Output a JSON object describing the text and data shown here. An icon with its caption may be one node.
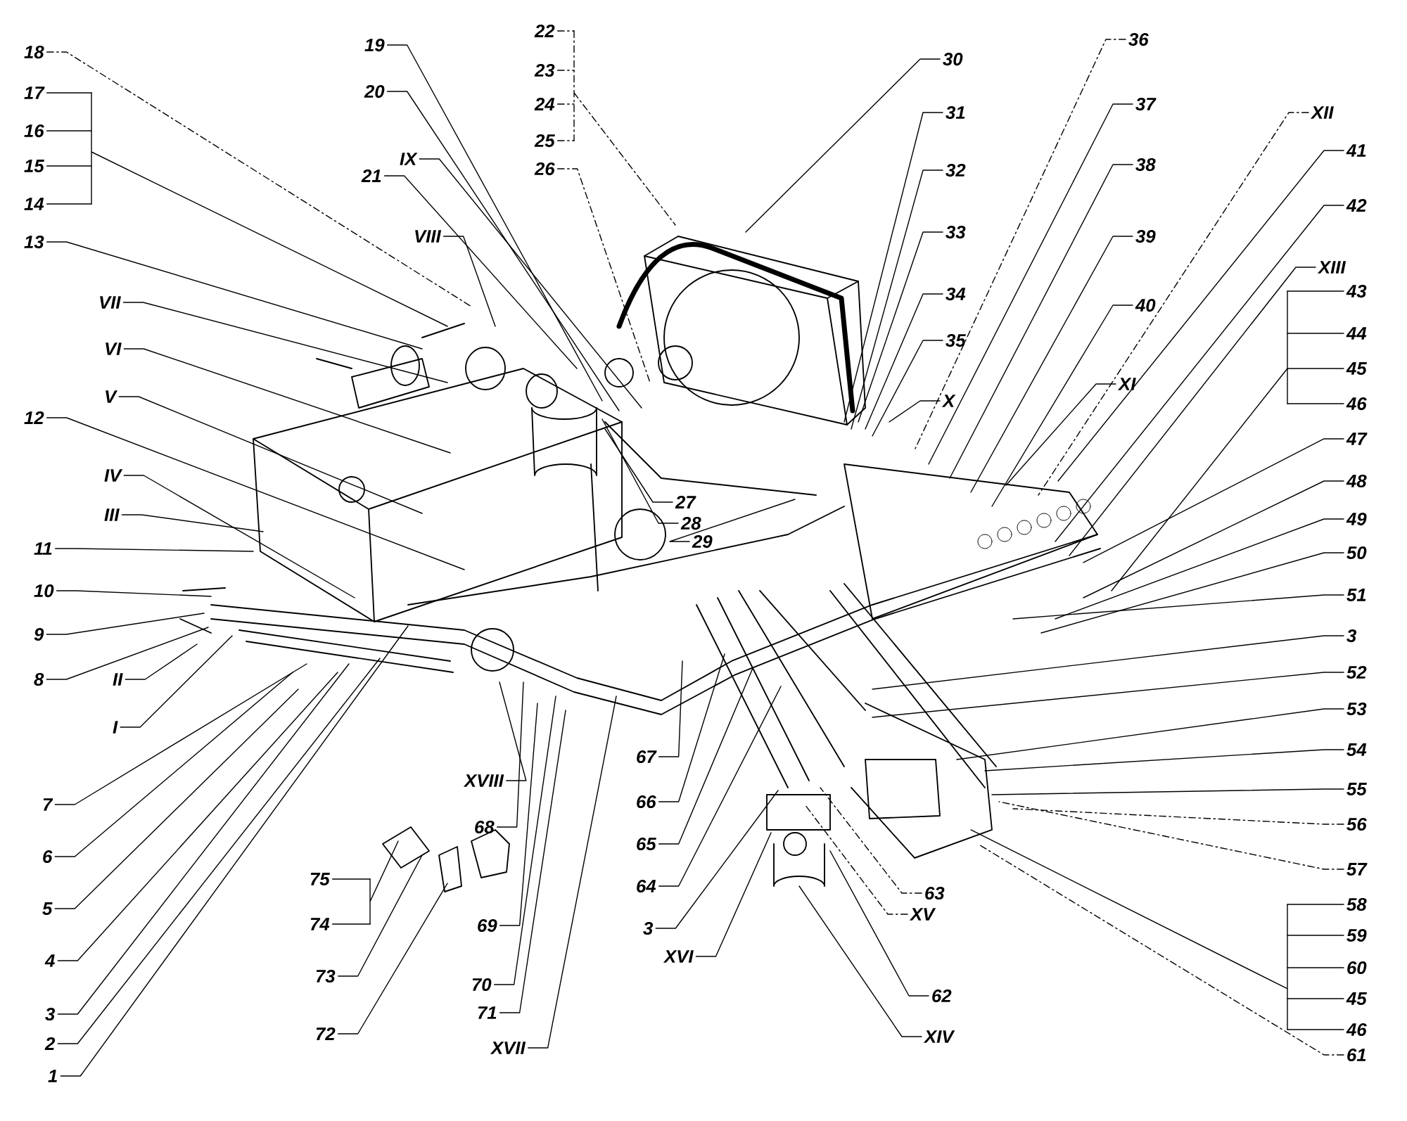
{
  "diagram": {
    "nodes": [
      {
        "text": [
          "18"
        ]
      },
      {
        "text": [
          "17"
        ]
      },
      {
        "text": [
          "16"
        ]
      },
      {
        "text": [
          "15"
        ]
      },
      {
        "text": [
          "14"
        ]
      },
      {
        "text": [
          "13"
        ]
      },
      {
        "text": [
          "VII"
        ]
      },
      {
        "text": [
          "VI"
        ]
      },
      {
        "text": [
          "V"
        ]
      },
      {
        "text": [
          "12"
        ]
      },
      {
        "text": [
          "IV"
        ]
      },
      {
        "text": [
          "III"
        ]
      },
      {
        "text": [
          "11"
        ]
      },
      {
        "text": [
          "10"
        ]
      },
      {
        "text": [
          "9"
        ]
      },
      {
        "text": [
          "8"
        ]
      },
      {
        "text": [
          "II"
        ]
      },
      {
        "text": [
          "I"
        ]
      },
      {
        "text": [
          "7"
        ]
      },
      {
        "text": [
          "6"
        ]
      },
      {
        "text": [
          "5"
        ]
      },
      {
        "text": [
          "4"
        ]
      },
      {
        "text": [
          "3"
        ]
      },
      {
        "text": [
          "2"
        ]
      },
      {
        "text": [
          "1"
        ]
      },
      {
        "text": [
          "75"
        ]
      },
      {
        "text": [
          "74"
        ]
      },
      {
        "text": [
          "73"
        ]
      },
      {
        "text": [
          "72"
        ]
      },
      {
        "text": [
          "19"
        ]
      },
      {
        "text": [
          "20"
        ]
      },
      {
        "text": [
          "IX"
        ]
      },
      {
        "text": [
          "21"
        ]
      },
      {
        "text": [
          "VIII"
        ]
      },
      {
        "text": [
          "22"
        ]
      },
      {
        "text": [
          "23"
        ]
      },
      {
        "text": [
          "24"
        ]
      },
      {
        "text": [
          "25"
        ]
      },
      {
        "text": [
          "26"
        ]
      },
      {
        "text": [
          "27"
        ]
      },
      {
        "text": [
          "28"
        ]
      },
      {
        "text": [
          "29"
        ]
      },
      {
        "text": [
          "30"
        ]
      },
      {
        "text": [
          "31"
        ]
      },
      {
        "text": [
          "32"
        ]
      },
      {
        "text": [
          "33"
        ]
      },
      {
        "text": [
          "34"
        ]
      },
      {
        "text": [
          "35"
        ]
      },
      {
        "text": [
          "X"
        ]
      },
      {
        "text": [
          "36"
        ]
      },
      {
        "text": [
          "37"
        ]
      },
      {
        "text": [
          "38"
        ]
      },
      {
        "text": [
          "39"
        ]
      },
      {
        "text": [
          "40"
        ]
      },
      {
        "text": [
          "XI"
        ]
      },
      {
        "text": [
          "XII"
        ]
      },
      {
        "text": [
          "41"
        ]
      },
      {
        "text": [
          "42"
        ]
      },
      {
        "text": [
          "XIII"
        ]
      },
      {
        "text": [
          "43"
        ]
      },
      {
        "text": [
          "44"
        ]
      },
      {
        "text": [
          "45"
        ]
      },
      {
        "text": [
          "46"
        ]
      },
      {
        "text": [
          "47"
        ]
      },
      {
        "text": [
          "48"
        ]
      },
      {
        "text": [
          "49"
        ]
      },
      {
        "text": [
          "50"
        ]
      },
      {
        "text": [
          "51"
        ]
      },
      {
        "text": [
          "3"
        ]
      },
      {
        "text": [
          "52"
        ]
      },
      {
        "text": [
          "53"
        ]
      },
      {
        "text": [
          "54"
        ]
      },
      {
        "text": [
          "55"
        ]
      },
      {
        "text": [
          "56"
        ]
      },
      {
        "text": [
          "57"
        ]
      },
      {
        "text": [
          "58"
        ]
      },
      {
        "text": [
          "59"
        ]
      },
      {
        "text": [
          "60"
        ]
      },
      {
        "text": [
          "45"
        ]
      },
      {
        "text": [
          "46"
        ]
      },
      {
        "text": [
          "61"
        ]
      },
      {
        "text": [
          "XVIII"
        ]
      },
      {
        "text": [
          "68"
        ]
      },
      {
        "text": [
          "69"
        ]
      },
      {
        "text": [
          "70"
        ]
      },
      {
        "text": [
          "71"
        ]
      },
      {
        "text": [
          "XVII"
        ]
      },
      {
        "text": [
          "67"
        ]
      },
      {
        "text": [
          "66"
        ]
      },
      {
        "text": [
          "65"
        ]
      },
      {
        "text": [
          "64"
        ]
      },
      {
        "text": [
          "3"
        ]
      },
      {
        "text": [
          "XVI"
        ]
      },
      {
        "text": [
          "63"
        ]
      },
      {
        "text": [
          "XV"
        ]
      },
      {
        "text": [
          "62"
        ]
      },
      {
        "text": [
          "XIV"
        ]
      }
    ],
    "edges": [
      {
        "from": 0,
        "to": null,
        "arrow": "none",
        "style": "dashed"
      },
      {
        "from": 1,
        "to": null,
        "arrow": "none"
      },
      {
        "from": 2,
        "to": null,
        "arrow": "none"
      },
      {
        "from": 3,
        "to": null,
        "arrow": "none"
      },
      {
        "from": 4,
        "to": null,
        "arrow": "none"
      },
      {
        "from": 5,
        "to": null,
        "arrow": "none"
      },
      {
        "from": 6,
        "to": null,
        "arrow": "none"
      },
      {
        "from": 7,
        "to": null,
        "arrow": "none"
      },
      {
        "from": 8,
        "to": null,
        "arrow": "none"
      },
      {
        "from": 9,
        "to": null,
        "arrow": "none"
      },
      {
        "from": 10,
        "to": null,
        "arrow": "none"
      },
      {
        "from": 11,
        "to": null,
        "arrow": "none"
      },
      {
        "from": 12,
        "to": null,
        "arrow": "none"
      },
      {
        "from": 13,
        "to": null,
        "arrow": "none"
      },
      {
        "from": 14,
        "to": null,
        "arrow": "none"
      },
      {
        "from": 15,
        "to": null,
        "arrow": "none"
      },
      {
        "from": 16,
        "to": null,
        "arrow": "none"
      },
      {
        "from": 17,
        "to": null,
        "arrow": "none"
      },
      {
        "from": 18,
        "to": null,
        "arrow": "none"
      },
      {
        "from": 19,
        "to": null,
        "arrow": "none"
      },
      {
        "from": 20,
        "to": null,
        "arrow": "none"
      },
      {
        "from": 21,
        "to": null,
        "arrow": "none"
      },
      {
        "from": 22,
        "to": null,
        "arrow": "none"
      },
      {
        "from": 23,
        "to": null,
        "arrow": "none"
      },
      {
        "from": 24,
        "to": null,
        "arrow": "none"
      },
      {
        "from": 25,
        "to": null,
        "arrow": "none"
      },
      {
        "from": 26,
        "to": null,
        "arrow": "none"
      },
      {
        "from": 27,
        "to": null,
        "arrow": "none"
      },
      {
        "from": 28,
        "to": null,
        "arrow": "none"
      },
      {
        "from": 29,
        "to": null,
        "arrow": "none"
      },
      {
        "from": 30,
        "to": null,
        "arrow": "none"
      },
      {
        "from": 31,
        "to": null,
        "arrow": "none"
      },
      {
        "from": 32,
        "to": null,
        "arrow": "none"
      },
      {
        "from": 33,
        "to": null,
        "arrow": "none"
      },
      {
        "from": 34,
        "to": null,
        "arrow": "none",
        "style": "dashed"
      },
      {
        "from": 35,
        "to": null,
        "arrow": "none",
        "style": "dashed"
      },
      {
        "from": 36,
        "to": null,
        "arrow": "none",
        "style": "dashed"
      },
      {
        "from": 37,
        "to": null,
        "arrow": "none",
        "style": "dashed"
      },
      {
        "from": 38,
        "to": null,
        "arrow": "none",
        "style": "dashed"
      },
      {
        "from": 39,
        "to": null,
        "arrow": "none"
      },
      {
        "from": 40,
        "to": null,
        "arrow": "none"
      },
      {
        "from": 41,
        "to": null,
        "arrow": "none"
      },
      {
        "from": 42,
        "to": null,
        "arrow": "none"
      },
      {
        "from": 43,
        "to": null,
        "arrow": "none"
      },
      {
        "from": 44,
        "to": null,
        "arrow": "none"
      },
      {
        "from": 45,
        "to": null,
        "arrow": "none"
      },
      {
        "from": 46,
        "to": null,
        "arrow": "none"
      },
      {
        "from": 47,
        "to": null,
        "arrow": "none"
      },
      {
        "from": 48,
        "to": null,
        "arrow": "none"
      },
      {
        "from": 49,
        "to": null,
        "arrow": "none",
        "style": "dashed"
      },
      {
        "from": 50,
        "to": null,
        "arrow": "none"
      },
      {
        "from": 51,
        "to": null,
        "arrow": "none"
      },
      {
        "from": 52,
        "to": null,
        "arrow": "none"
      },
      {
        "from": 53,
        "to": null,
        "arrow": "none"
      },
      {
        "from": 54,
        "to": null,
        "arrow": "none"
      },
      {
        "from": 55,
        "to": null,
        "arrow": "none",
        "style": "dashed"
      },
      {
        "from": 56,
        "to": null,
        "arrow": "none"
      },
      {
        "from": 57,
        "to": null,
        "arrow": "none"
      },
      {
        "from": 58,
        "to": null,
        "arrow": "none"
      },
      {
        "from": 59,
        "to": null,
        "arrow": "none"
      },
      {
        "from": 60,
        "to": null,
        "arrow": "none"
      },
      {
        "from": 61,
        "to": null,
        "arrow": "none"
      },
      {
        "from": 62,
        "to": null,
        "arrow": "none"
      },
      {
        "from": 63,
        "to": null,
        "arrow": "none"
      },
      {
        "from": 64,
        "to": null,
        "arrow": "none"
      },
      {
        "from": 65,
        "to": null,
        "arrow": "none"
      },
      {
        "from": 66,
        "to": null,
        "arrow": "none"
      },
      {
        "from": 67,
        "to": null,
        "arrow": "none"
      },
      {
        "from": 68,
        "to": null,
        "arrow": "none"
      },
      {
        "from": 69,
        "to": null,
        "arrow": "none"
      },
      {
        "from": 70,
        "to": null,
        "arrow": "none"
      },
      {
        "from": 71,
        "to": null,
        "arrow": "none"
      },
      {
        "from": 72,
        "to": null,
        "arrow": "none"
      },
      {
        "from": 73,
        "to": null,
        "arrow": "none",
        "style": "dashed"
      },
      {
        "from": 74,
        "to": null,
        "arrow": "none",
        "style": "dashed"
      },
      {
        "from": 75,
        "to": null,
        "arrow": "none"
      },
      {
        "from": 76,
        "to": null,
        "arrow": "none"
      },
      {
        "from": 77,
        "to": null,
        "arrow": "none"
      },
      {
        "from": 78,
        "to": null,
        "arrow": "none"
      },
      {
        "from": 79,
        "to": null,
        "arrow": "none"
      },
      {
        "from": 80,
        "to": null,
        "arrow": "none",
        "style": "dashed"
      },
      {
        "from": 81,
        "to": null,
        "arrow": "none"
      },
      {
        "from": 82,
        "to": null,
        "arrow": "none"
      },
      {
        "from": 83,
        "to": null,
        "arrow": "none"
      },
      {
        "from": 84,
        "to": null,
        "arrow": "none"
      },
      {
        "from": 85,
        "to": null,
        "arrow": "none"
      },
      {
        "from": 86,
        "to": null,
        "arrow": "none"
      },
      {
        "from": 87,
        "to": null,
        "arrow": "none"
      },
      {
        "from": 88,
        "to": null,
        "arrow": "none"
      },
      {
        "from": 89,
        "to": null,
        "arrow": "none"
      },
      {
        "from": 90,
        "to": null,
        "arrow": "none"
      },
      {
        "from": 91,
        "to": null,
        "arrow": "none"
      },
      {
        "from": 92,
        "to": null,
        "arrow": "none"
      },
      {
        "from": 93,
        "to": null,
        "arrow": "none",
        "style": "dashed"
      },
      {
        "from": 94,
        "to": null,
        "arrow": "none",
        "style": "dashed"
      },
      {
        "from": 95,
        "to": null,
        "arrow": "none"
      },
      {
        "from": 96,
        "to": null,
        "arrow": "none"
      }
    ]
  }
}
